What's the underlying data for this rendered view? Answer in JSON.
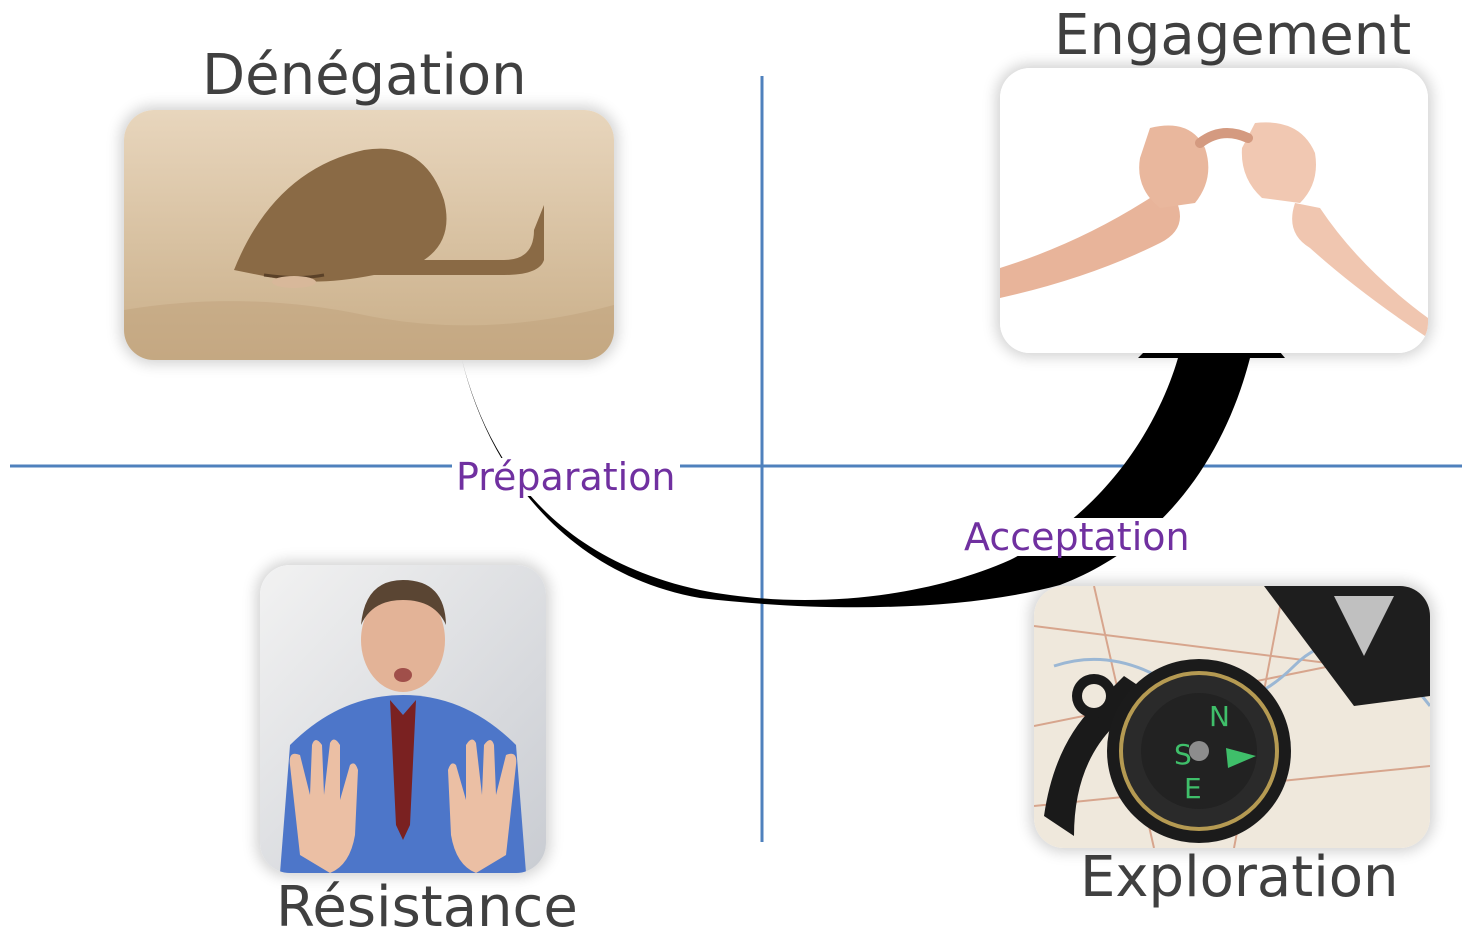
{
  "quadrants": {
    "top_left": {
      "title": "Dénégation",
      "image": "head-in-sand-photo"
    },
    "top_right": {
      "title": "Engagement",
      "image": "pinky-promise-photo"
    },
    "bottom_left": {
      "title": "Résistance",
      "image": "man-raising-hands-photo"
    },
    "bottom_right": {
      "title": "Exploration",
      "image": "compass-on-map-photo"
    }
  },
  "transitions": {
    "left": "Préparation",
    "right": "Acceptation"
  },
  "colors": {
    "axis": "#4f81bd",
    "arrow": "#000000",
    "title_text": "#404040",
    "transition_text": "#7030a0"
  }
}
